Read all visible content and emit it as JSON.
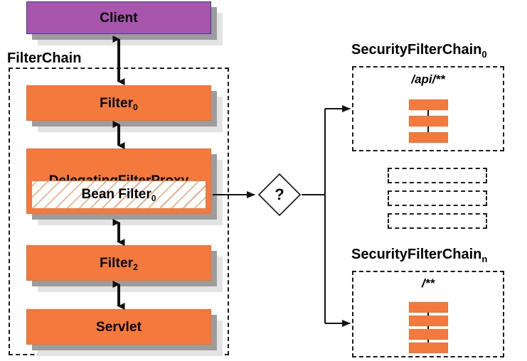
{
  "diagram": {
    "title_hidden": "",
    "colors": {
      "client_fill": "#a855ae",
      "client_border": "#3b3b96",
      "filter_fill": "#f3793c",
      "filter_border": "#ef6f2e",
      "shadow_dark": "#9c9c9c",
      "shadow_light": "#e3e3e3",
      "line": "#111111",
      "dash_border": "#1b1b1b"
    },
    "client": {
      "label": "Client"
    },
    "filter_chain": {
      "title": "FilterChain",
      "nodes": [
        {
          "label": "Filter",
          "subscript": "0"
        },
        {
          "label": "DelegatingFilterProxy",
          "subscript": ""
        },
        {
          "label": "Filter",
          "subscript": "2"
        },
        {
          "label": "Servlet",
          "subscript": ""
        }
      ],
      "bean_filter": {
        "label": "Bean Filter",
        "subscript": "0"
      }
    },
    "decision": {
      "label": "?"
    },
    "security_chains": [
      {
        "title": "SecurityFilterChain",
        "subscript": "0",
        "pattern": "/api/**",
        "filter_count": 3
      },
      {
        "title": "SecurityFilterChain",
        "subscript": "n",
        "pattern": "/**",
        "filter_count": 4
      }
    ],
    "placeholders": [
      {
        "name": "placeholder-chain-1"
      },
      {
        "name": "placeholder-chain-2"
      },
      {
        "name": "placeholder-chain-3"
      }
    ]
  }
}
